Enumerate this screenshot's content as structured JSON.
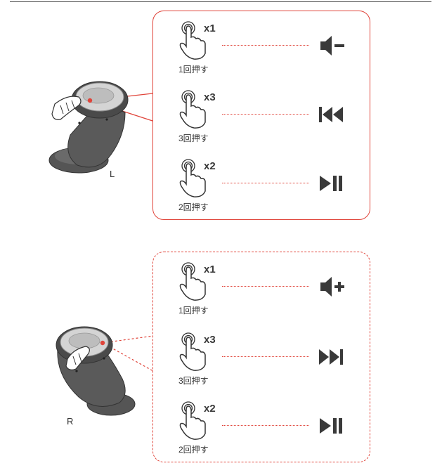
{
  "colors": {
    "accent": "#e0443a",
    "icon": "#3a3a3a",
    "bud_dark": "#555555",
    "bud_light": "#c8c8c8"
  },
  "left": {
    "label": "L",
    "controls": [
      {
        "times": "x1",
        "press": "1回押す",
        "action_icon": "volume-down-icon"
      },
      {
        "times": "x3",
        "press": "3回押す",
        "action_icon": "previous-track-icon"
      },
      {
        "times": "x2",
        "press": "2回押す",
        "action_icon": "play-pause-icon"
      }
    ]
  },
  "right": {
    "label": "R",
    "controls": [
      {
        "times": "x1",
        "press": "1回押す",
        "action_icon": "volume-up-icon"
      },
      {
        "times": "x3",
        "press": "3回押す",
        "action_icon": "next-track-icon"
      },
      {
        "times": "x2",
        "press": "2回押す",
        "action_icon": "play-pause-icon"
      }
    ]
  }
}
